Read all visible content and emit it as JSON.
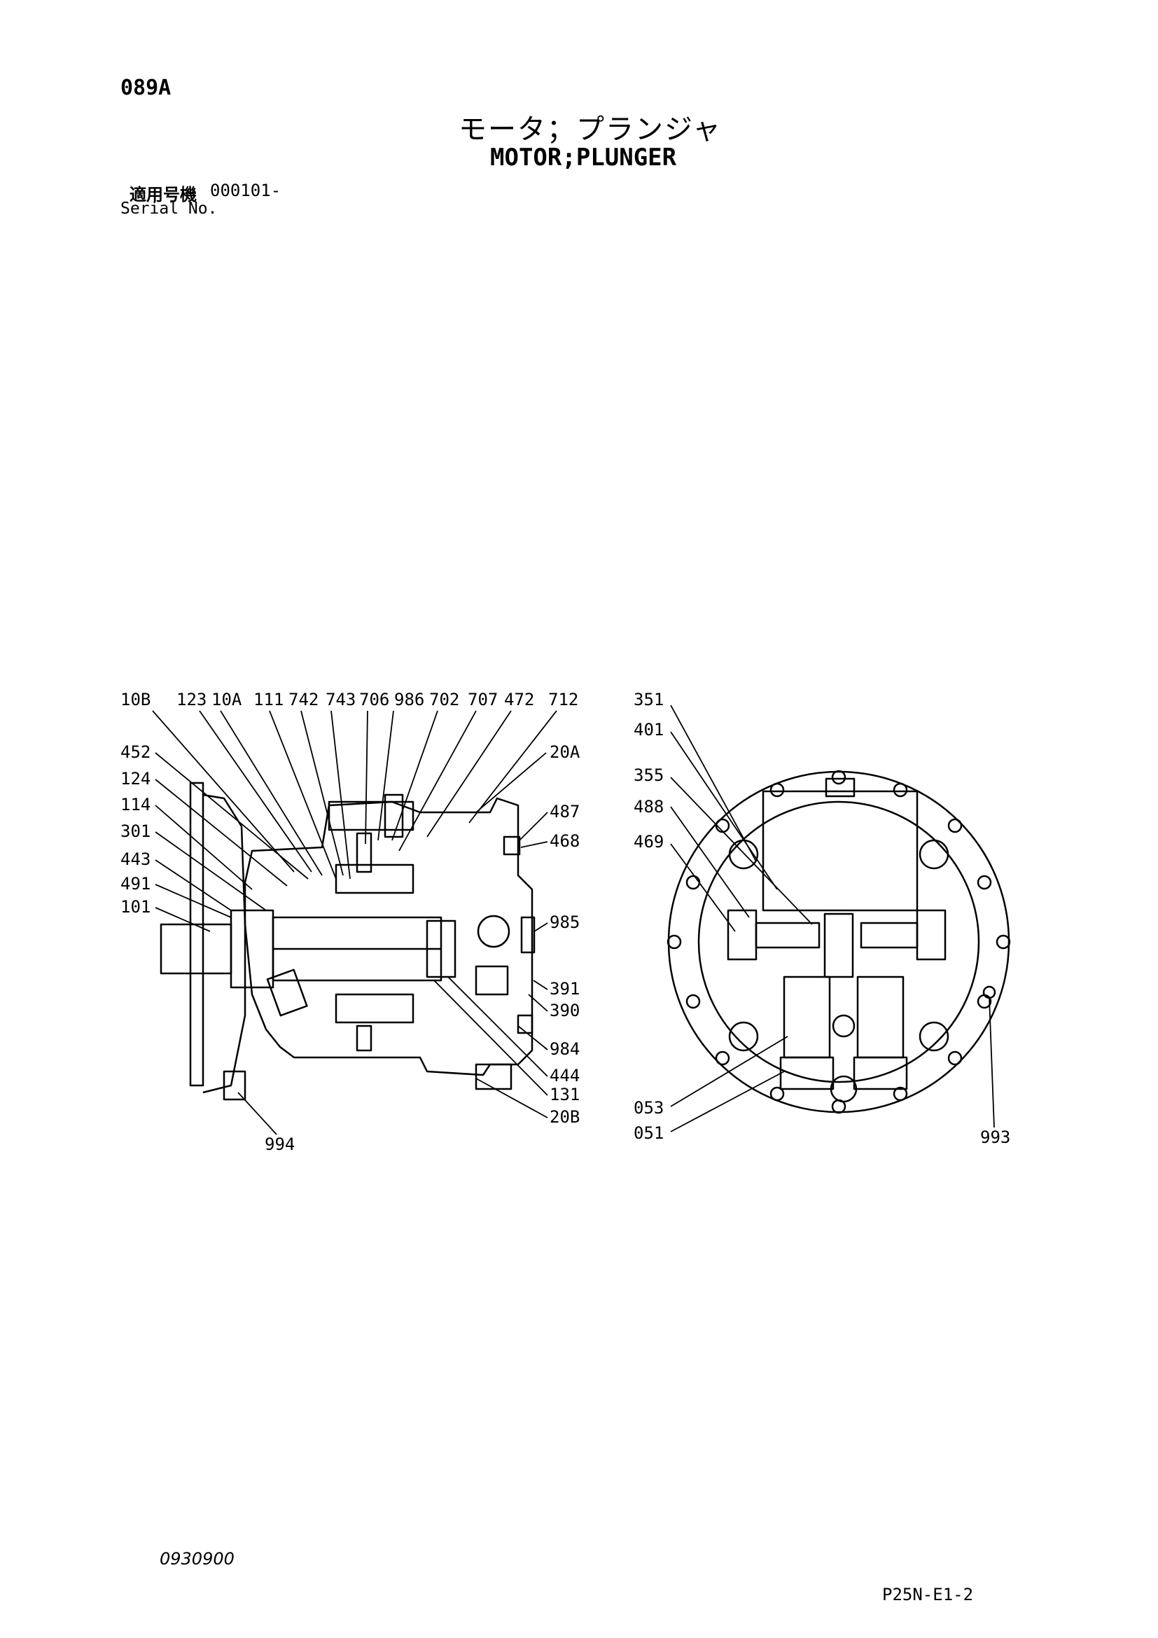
{
  "page_code": "089A",
  "title_jp": "モータ；プランジャ",
  "title_en": "MOTOR;PLUNGER",
  "serial": {
    "label_jp": "適用号機",
    "value": "000101-",
    "label_en": "Serial No."
  },
  "doc_number": "0930900",
  "page_ref": "P25N-E1-2",
  "side_view": {
    "top_labels": [
      "10B",
      "123",
      "10A",
      "111",
      "742",
      "743",
      "706",
      "986",
      "702",
      "707",
      "472",
      "712"
    ],
    "left_labels": [
      "452",
      "124",
      "114",
      "301",
      "443",
      "491",
      "101"
    ],
    "right_labels": [
      "20A",
      "487",
      "468",
      "985",
      "391",
      "390",
      "984",
      "444",
      "131",
      "20B"
    ],
    "bottom_labels": [
      "994"
    ]
  },
  "end_view": {
    "left_labels": [
      "351",
      "401",
      "355",
      "488",
      "469",
      "053",
      "051"
    ],
    "right_labels": [
      "993"
    ]
  }
}
